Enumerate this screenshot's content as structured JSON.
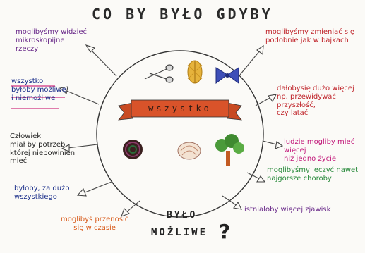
{
  "colors": {
    "purple": "#6a2a8a",
    "red": "#c0262c",
    "navy": "#1b2f8a",
    "black": "#222222",
    "green": "#27893a",
    "orange": "#d85a1a",
    "magenta": "#c2187a",
    "banner": "#d9532a"
  },
  "title": "CO BY BYŁO GDYBY",
  "center_label": "wszystko",
  "bottom": {
    "line1": "BYŁO",
    "line2": "MOŻLIWE",
    "mark": "?"
  },
  "notes": {
    "left1": "moglibyśmy widzieć\nmikroskopijne\nrzeczy",
    "left2": "wszystko\nbyłoby możliwe\ni niemożliwe",
    "left3": "Człowiek\nmiał by potrzeb\nktórej niepowinien\nmieć",
    "left4": "byłoby, za dużo\nwszystkiego",
    "bottom_left": "moglibyś przenosić\nsię w czasie",
    "right1": "moglibyśmy zmieniać się\npodobnie jak w bajkach",
    "right2": "dałobysię dużo więcej\nnp. przewidywać przyszłość,\nczy latać",
    "right3": "ludzie mogliby mieć więcej\nniż jedno życie",
    "right4": "moglibyśmy leczyć nawet\nnajgorsze choroby",
    "bottom_right": "istniałoby więcej zjawisk"
  },
  "icons": [
    "scissors-icon",
    "wheat-icon",
    "bowtie-pasta-icon",
    "yarn-ball-icon",
    "artichoke-icon",
    "tree-icon"
  ]
}
